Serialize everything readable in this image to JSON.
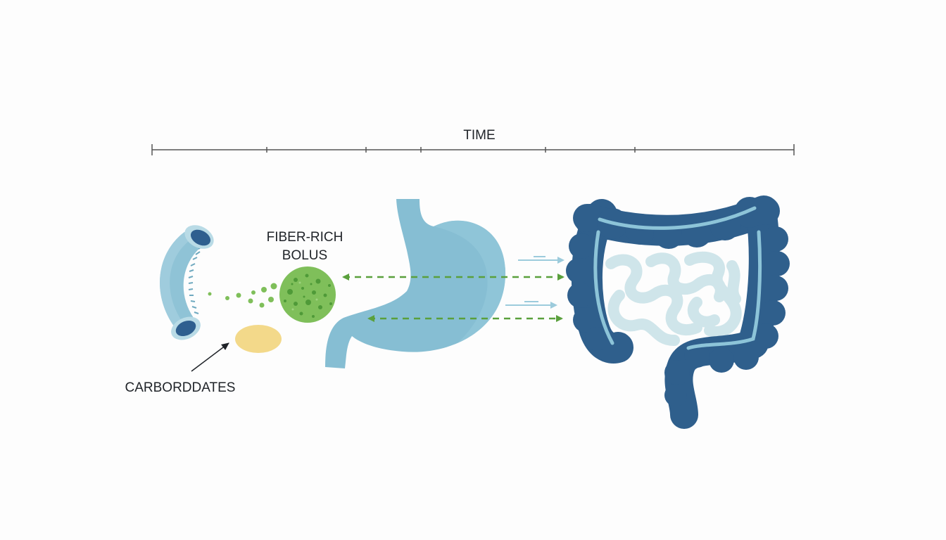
{
  "timeline": {
    "label": "TIME"
  },
  "labels": {
    "bolus_line1": "FIBER-RICH",
    "bolus_line2": "BOLUS",
    "carbs": "CARBORDDATES"
  },
  "colors": {
    "esophagus": "#8fc3d6",
    "esophagus_inner": "#2f5f8f",
    "stomach": "#86bed3",
    "colon": "#2f5f8c",
    "colon_band": "#8dc4d8",
    "small_intestine": "#cfe5ea",
    "bolus": "#7fbf5a",
    "bolus_spots": "#4f9a38",
    "carbs": "#f3d98a",
    "dashed_arrow": "#5aa03c",
    "flow_arrow": "#9ccbdc",
    "timeline": "#555555"
  },
  "icons": {
    "esophagus": "esophagus-tube-icon",
    "stomach": "stomach-icon",
    "colon": "colon-intestine-icon",
    "bolus": "fiber-bolus-icon",
    "carbs": "carbohydrate-blob-icon"
  }
}
